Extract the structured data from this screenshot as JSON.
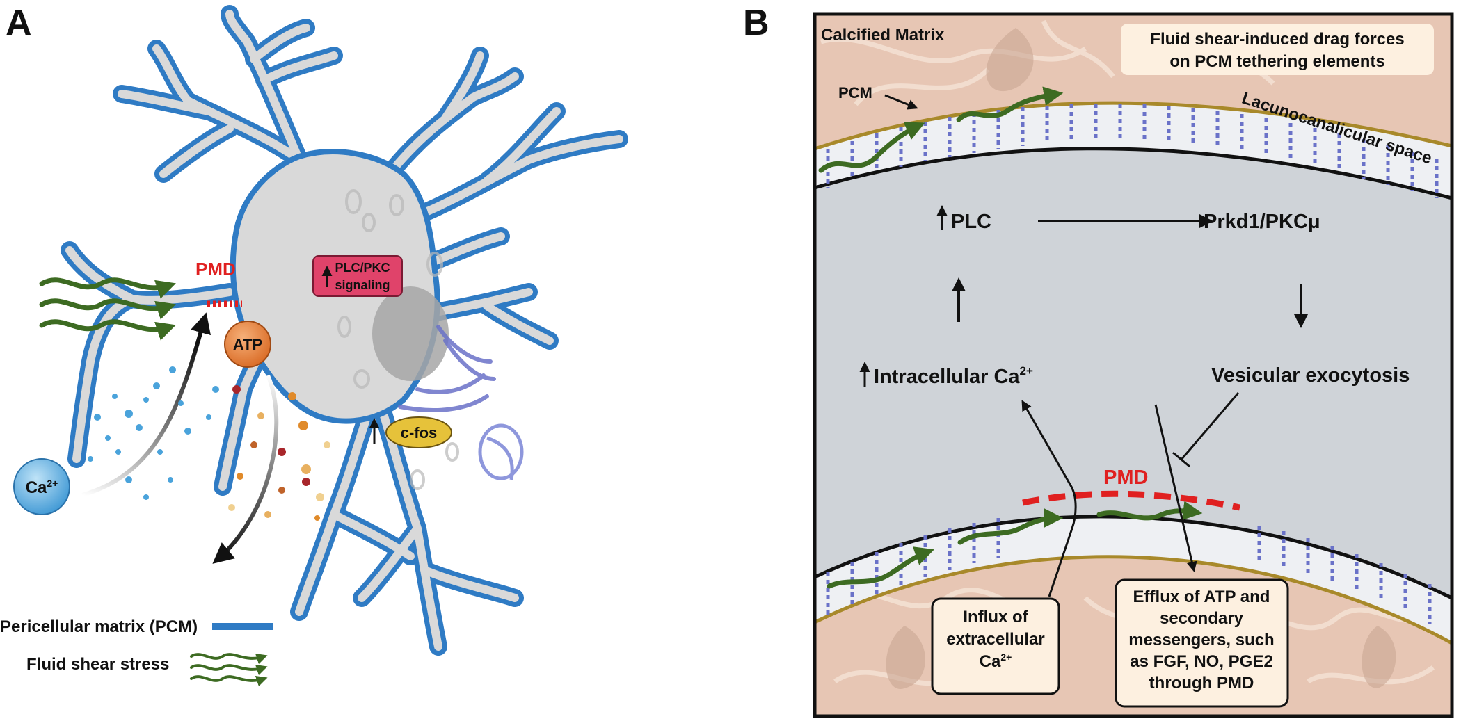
{
  "panels": {
    "a_label": "A",
    "b_label": "B"
  },
  "panel_a": {
    "pmd": "PMD",
    "plc_pkc_line1": "PLC/PKC",
    "plc_pkc_line2": "signaling",
    "atp": "ATP",
    "ca": "Ca",
    "ca_sup": "2+",
    "cfos": "c-fos",
    "legend": {
      "pcm": "Pericellular matrix (PCM)",
      "shear": "Fluid shear stress"
    }
  },
  "panel_b": {
    "calcified_matrix": "Calcified Matrix",
    "drag_line1": "Fluid shear-induced drag forces",
    "drag_line2": "on PCM tethering elements",
    "pcm": "PCM",
    "lacuno": "Lacunocanalicular space",
    "plc": "PLC",
    "prkd": "Prkd1/PKCμ",
    "intracellular": "Intracellular Ca",
    "intracellular_sup": "2+",
    "vesicular": "Vesicular exocytosis",
    "pmd": "PMD",
    "influx_line1": "Influx of",
    "influx_line2": "extracellular",
    "influx_line3": "Ca",
    "influx_sup": "2+",
    "efflux_line1": "Efflux of ATP and",
    "efflux_line2": "secondary",
    "efflux_line3": "messengers, such",
    "efflux_line4": "as FGF, NO, PGE2",
    "efflux_line5": "through PMD"
  },
  "colors": {
    "pcm_blue": "#2f7bc4",
    "cell_gray": "#d9d9d9",
    "shear_green": "#3d6b22",
    "pmd_red": "#e02020",
    "plc_box": "#e0436a",
    "cfos": "#e6c23a",
    "atp": "#e07a30",
    "ca": "#5aaee0",
    "matrix_tan": "#e7c6b4",
    "box_cream": "#fdf0e0"
  }
}
